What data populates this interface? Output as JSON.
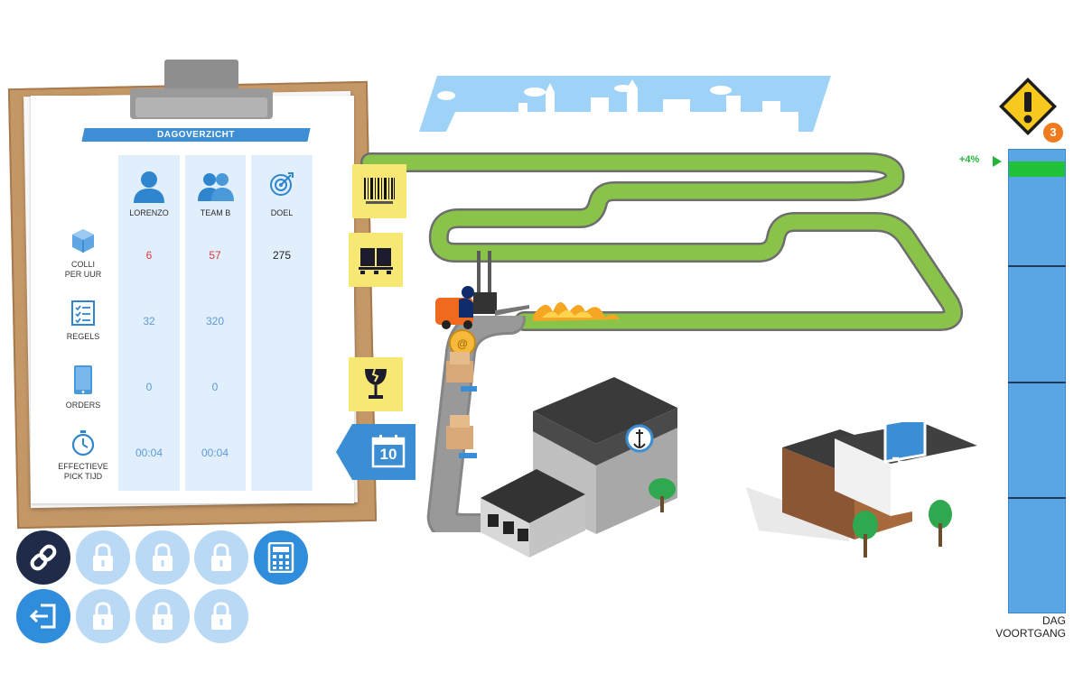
{
  "overview": {
    "title": "DAGOVERZICHT",
    "columns": [
      "LORENZO",
      "TEAM B",
      "DOEL"
    ],
    "rows": [
      {
        "label": [
          "COLLI",
          "PER UUR"
        ],
        "values": [
          "6",
          "57",
          "275"
        ]
      },
      {
        "label": [
          "REGELS"
        ],
        "values": [
          "32",
          "320",
          ""
        ]
      },
      {
        "label": [
          "ORDERS"
        ],
        "values": [
          "0",
          "0",
          ""
        ]
      },
      {
        "label": [
          "EFFECTIEVE",
          "PICK TIJD"
        ],
        "values": [
          "00:04",
          "00:04",
          ""
        ]
      }
    ]
  },
  "calendar": {
    "day": "10"
  },
  "warning": {
    "count": "3"
  },
  "progress": {
    "delta": "+4%",
    "label_line1": "DAG",
    "label_line2": "VOORTGANG"
  },
  "colors": {
    "accent_blue": "#3d8ed5",
    "red_value": "#d63c3c",
    "blue_value": "#5e9bd6",
    "road_green": "#8ac349",
    "progress_green": "#21c23a",
    "warning_yellow": "#f7c81e"
  },
  "icons": {
    "side": [
      "barcode-icon",
      "pallet-icon",
      "broken-glass-icon",
      "calendar-icon"
    ],
    "buttons_row1": [
      "link-icon",
      "lock-icon",
      "lock-icon",
      "lock-icon",
      "calculator-icon"
    ],
    "buttons_row2": [
      "exit-icon",
      "lock-icon",
      "lock-icon",
      "lock-icon"
    ]
  }
}
